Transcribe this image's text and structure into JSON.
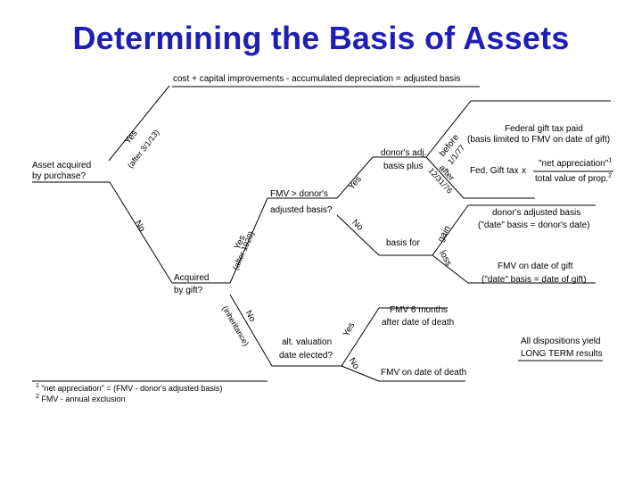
{
  "title": "Determining the Basis of Assets",
  "formula": "cost + capital improvements - accumulated depreciation = adjusted basis",
  "purchase": {
    "question_l1": "Asset acquired",
    "question_l2": "by purchase?",
    "yes": "Yes",
    "yes_cond": "(after 3/1/13)",
    "no": "No"
  },
  "gift": {
    "q_l1": "Acquired",
    "q_l2": "by gift?",
    "yes": "Yes",
    "yes_cond": "(after 1920)",
    "fmv_l1": "FMV > donor's",
    "fmv_l2": "adjusted basis?",
    "fmv_yes": "Yes",
    "fmv_no": "No",
    "donor_l1": "donor's adj.",
    "donor_l2": "basis plus",
    "before": "before",
    "before_date": "1/1/77",
    "after": "after",
    "after_date": "12/31/76",
    "fed_tax_l1": "Federal gift tax paid",
    "fed_tax_l2": "(basis limited to FMV on date of gift)",
    "fed_gift_tax": "Fed. Gift tax",
    "times": "x",
    "net_app": "\"net appreciation\"",
    "net_sup": "1",
    "total_val": "total value of prop.",
    "total_sup": "2",
    "basis_for": "basis for",
    "gain": "gain",
    "loss": "loss",
    "gain_l1": "donor's adjusted basis",
    "gain_l2": "(\"date\" basis = donor's date)",
    "loss_l1": "FMV on date of gift",
    "loss_l2": "(\"date\" basis = date of gift)"
  },
  "inheritance": {
    "no": "No",
    "no_cond": "(inheritance)",
    "alt_l1": "alt. valuation",
    "alt_l2": "date elected?",
    "yes": "Yes",
    "no2": "No",
    "fmv6_l1": "FMV 6 months",
    "fmv6_l2": "after date of death",
    "fmv_death": "FMV on date of death",
    "all_l1": "All dispositions yield",
    "all_l2": "LONG TERM results"
  },
  "footnotes": {
    "n1_mark": "1",
    "n1": "\"net appreciation\" = (FMV - donor's adjusted basis)",
    "n2_mark": "2",
    "n2": "FMV - annual exclusion"
  }
}
